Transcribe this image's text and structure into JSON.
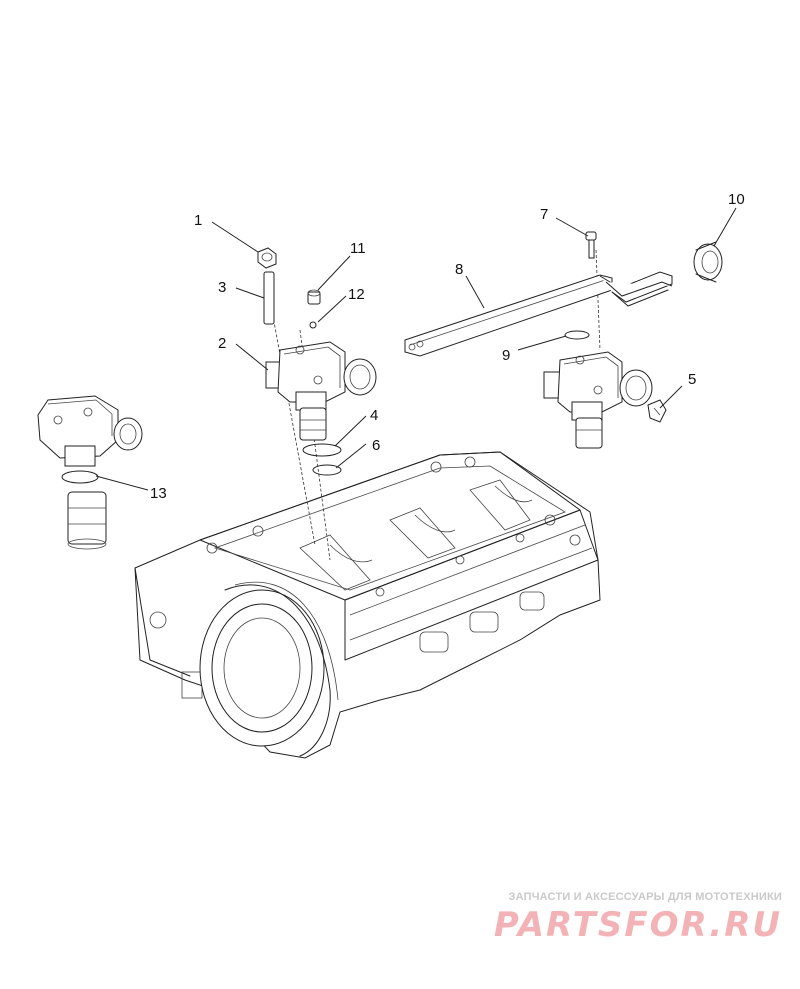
{
  "callouts": [
    {
      "id": "1",
      "label": "1"
    },
    {
      "id": "2",
      "label": "2"
    },
    {
      "id": "3",
      "label": "3"
    },
    {
      "id": "4",
      "label": "4"
    },
    {
      "id": "5",
      "label": "5"
    },
    {
      "id": "6",
      "label": "6"
    },
    {
      "id": "7",
      "label": "7"
    },
    {
      "id": "8",
      "label": "8"
    },
    {
      "id": "9",
      "label": "9"
    },
    {
      "id": "10",
      "label": "10"
    },
    {
      "id": "11",
      "label": "11"
    },
    {
      "id": "12",
      "label": "12"
    },
    {
      "id": "13",
      "label": "13"
    }
  ],
  "watermark": {
    "tagline": "ЗАПЧАСТИ И АКСЕССУАРЫ ДЛЯ МОТОТЕХНИКИ",
    "logo": "PARTSFOR.RU",
    "color": "#f3b3b6"
  }
}
